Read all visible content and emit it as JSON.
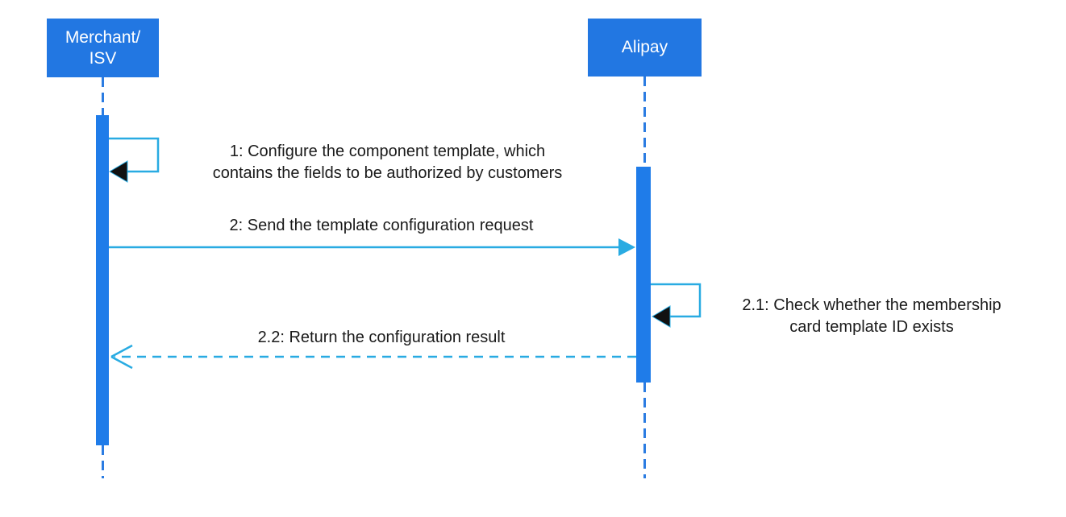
{
  "diagram": {
    "type": "sequence",
    "actors": [
      {
        "name": "Merchant/ISV",
        "label_lines": [
          "Merchant/",
          "ISV"
        ]
      },
      {
        "name": "Alipay",
        "label": "Alipay"
      }
    ],
    "messages": [
      {
        "seq": "1",
        "kind": "self-message",
        "from": "Merchant/ISV",
        "to": "Merchant/ISV",
        "lines": [
          "1: Configure the component template, which",
          "contains the fields to be authorized by customers"
        ]
      },
      {
        "seq": "2",
        "kind": "solid-arrow",
        "from": "Merchant/ISV",
        "to": "Alipay",
        "text": "2: Send the template configuration request"
      },
      {
        "seq": "2.1",
        "kind": "self-message",
        "from": "Alipay",
        "to": "Alipay",
        "lines": [
          "2.1: Check whether the membership",
          "card template ID exists"
        ]
      },
      {
        "seq": "2.2",
        "kind": "dashed-return-arrow",
        "from": "Alipay",
        "to": "Merchant/ISV",
        "text": "2.2: Return the configuration result"
      }
    ],
    "colors": {
      "actor_fill": "#2277e2",
      "activation_fill": "#1f7ce9",
      "message_line": "#29abe2",
      "lifeline": "#2b7ce2",
      "self_arrowhead": "#111111",
      "text": "#1a1a1a",
      "background": "#ffffff"
    }
  }
}
